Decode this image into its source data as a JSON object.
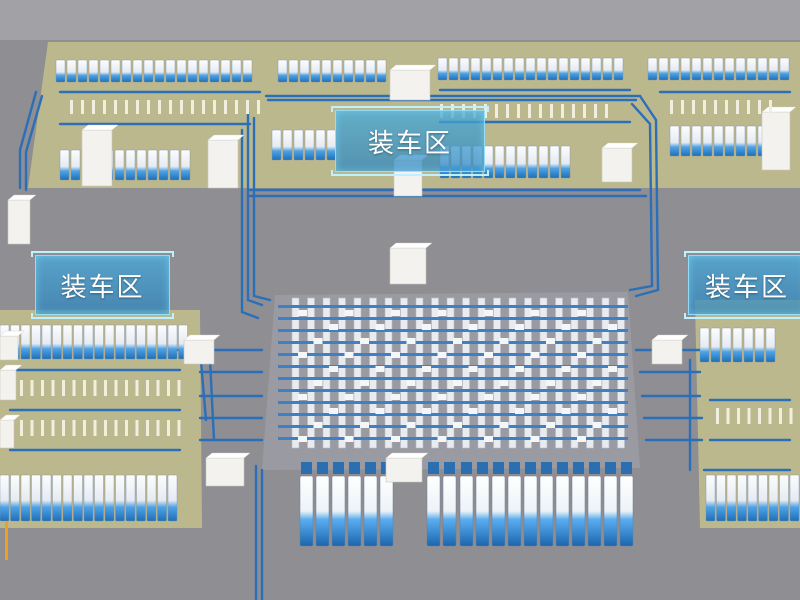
{
  "zones": {
    "top": {
      "label": "装车区"
    },
    "left": {
      "label": "装车区"
    },
    "right": {
      "label": "装车区"
    }
  },
  "colors": {
    "ground": "#8f8f94",
    "zone_fill": "#c9c58c",
    "truck_body": "#f2f3f6",
    "truck_cab": "#2f8fd6",
    "conveyor": "#2b6fb8",
    "building": "#f1f1ee",
    "rack": "#e4e6ea",
    "label_bg": "#3aa3d6",
    "marker": "#f0a020"
  },
  "icons": [
    "truck-icon",
    "conveyor-line",
    "building-block",
    "storage-rack"
  ]
}
